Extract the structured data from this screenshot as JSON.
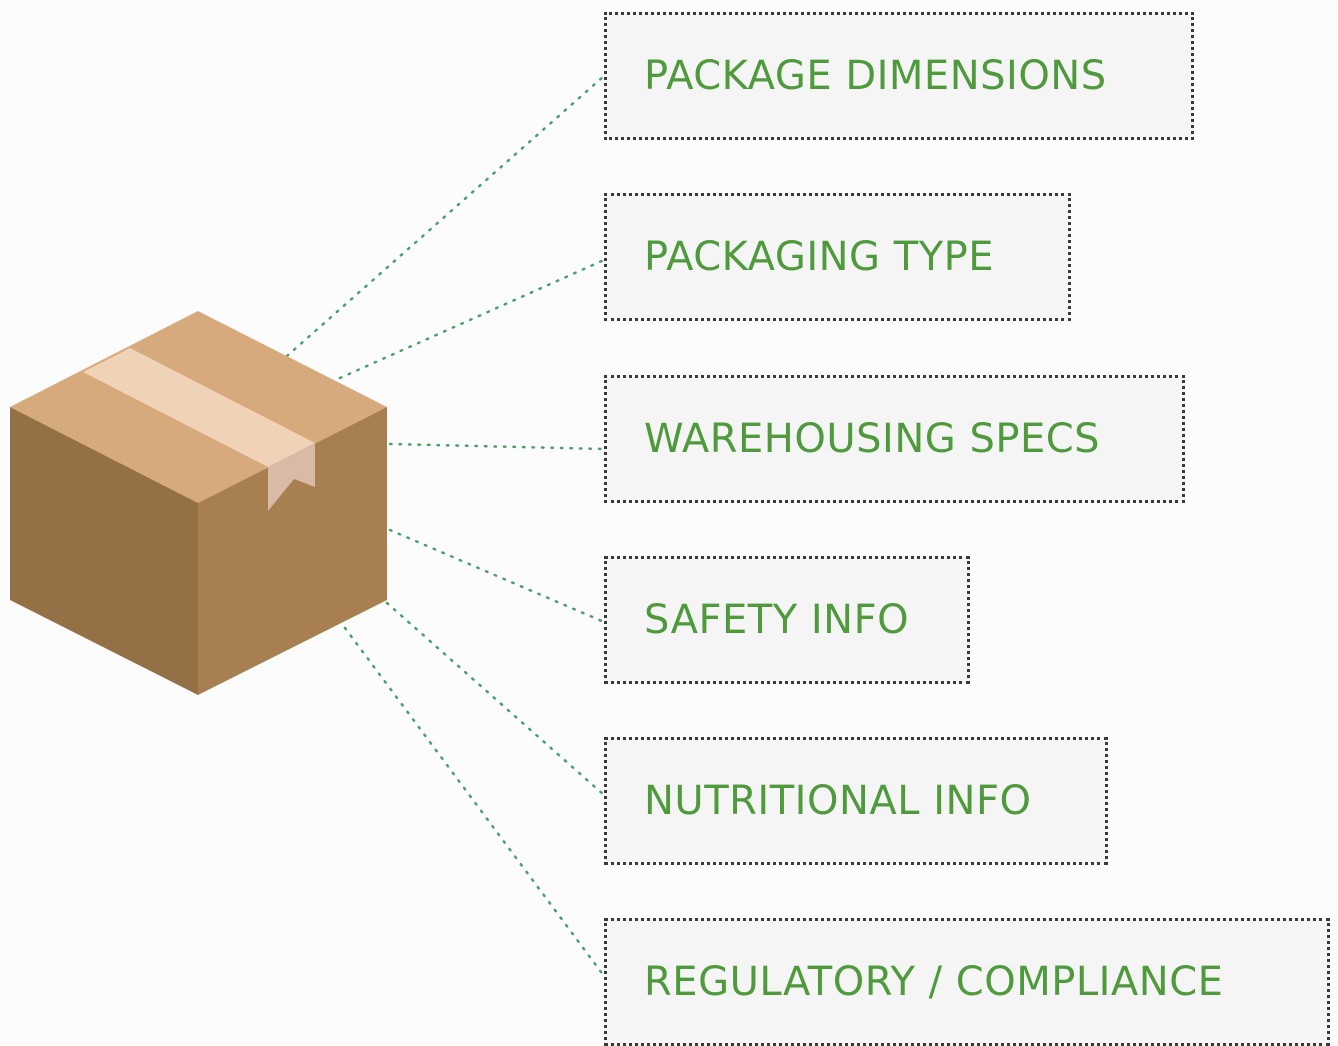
{
  "colors": {
    "label_text": "#4f9a3c",
    "connector": "#4aa06a",
    "box_top": "#d7aa7d",
    "box_left": "#937045",
    "box_right": "#a87f50",
    "tape": "#f0d2b6",
    "tape_flap": "#d8bba6"
  },
  "box": {
    "icon": "cardboard-box-icon"
  },
  "labels": [
    {
      "text": "PACKAGE DIMENSIONS"
    },
    {
      "text": "PACKAGING TYPE"
    },
    {
      "text": "WAREHOUSING SPECS"
    },
    {
      "text": "SAFETY INFO"
    },
    {
      "text": "NUTRITIONAL INFO"
    },
    {
      "text": "REGULATORY / COMPLIANCE"
    }
  ]
}
